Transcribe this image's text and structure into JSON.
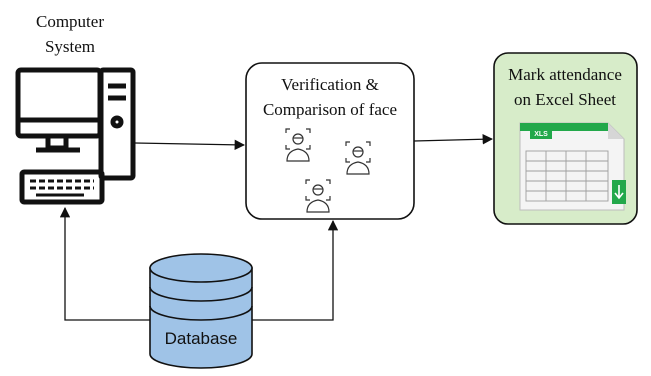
{
  "computer": {
    "label_line1": "Computer",
    "label_line2": "System",
    "icon": "computer-icon"
  },
  "verification": {
    "title_line1": "Verification &",
    "title_line2": "Comparison of face",
    "icon": "face-scan-icon"
  },
  "attendance": {
    "title_line1": "Mark attendance",
    "title_line2": "on Excel Sheet",
    "file_badge": "XLS",
    "icon": "spreadsheet-icon",
    "fill_color": "#d7ecc9",
    "accent_color": "#22a84a"
  },
  "database": {
    "label": "Database",
    "icon": "database-icon",
    "fill_color": "#9fc3e7"
  }
}
